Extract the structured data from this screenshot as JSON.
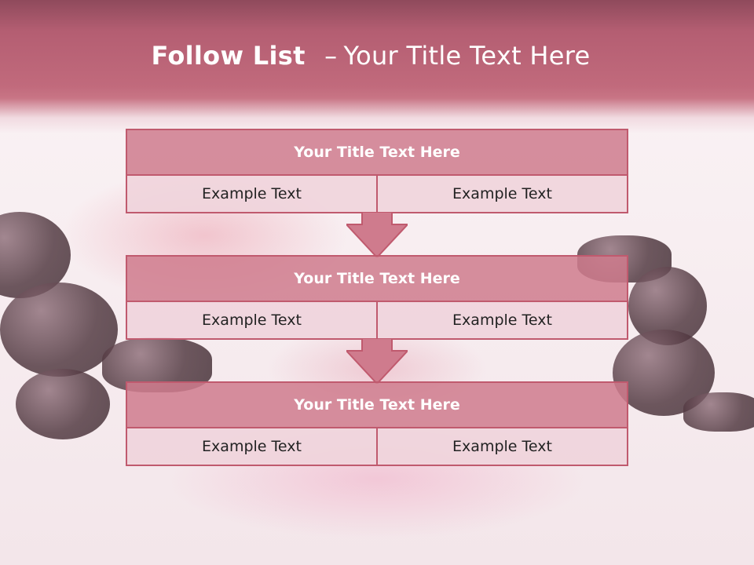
{
  "slide": {
    "title_bold": "Follow List",
    "title_dash": "–",
    "title_rest": "Your Title Text Here",
    "colors": {
      "header": "#c16a7c",
      "box_head": "#cf7b8d",
      "box_cell": "#f0d4db",
      "border": "#c05a6e"
    }
  },
  "steps": [
    {
      "title": "Your Title Text Here",
      "left": "Example Text",
      "right": "Example Text"
    },
    {
      "title": "Your Title Text Here",
      "left": "Example Text",
      "right": "Example Text"
    },
    {
      "title": "Your Title Text Here",
      "left": "Example Text",
      "right": "Example Text"
    }
  ],
  "arrows": {
    "icon": "down-arrow-icon",
    "count": 2
  }
}
